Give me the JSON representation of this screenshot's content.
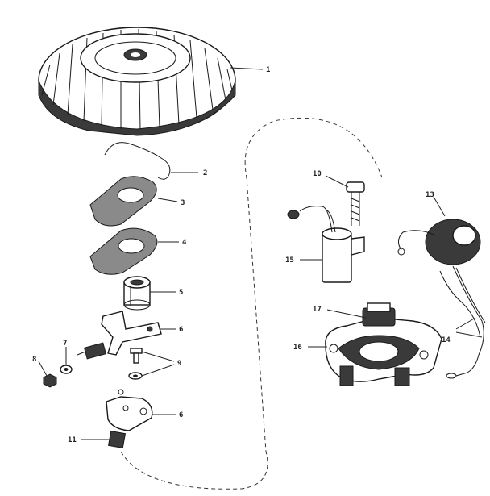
{
  "callouts": {
    "c1": "1",
    "c2": "2",
    "c3": "3",
    "c4": "4",
    "c5": "5",
    "c6a": "6",
    "c6b": "6",
    "c7": "7",
    "c8": "8",
    "c9": "9",
    "c10": "10",
    "c11": "11",
    "c13": "13",
    "c14": "14",
    "c15": "15",
    "c16": "16",
    "c17": "17"
  }
}
